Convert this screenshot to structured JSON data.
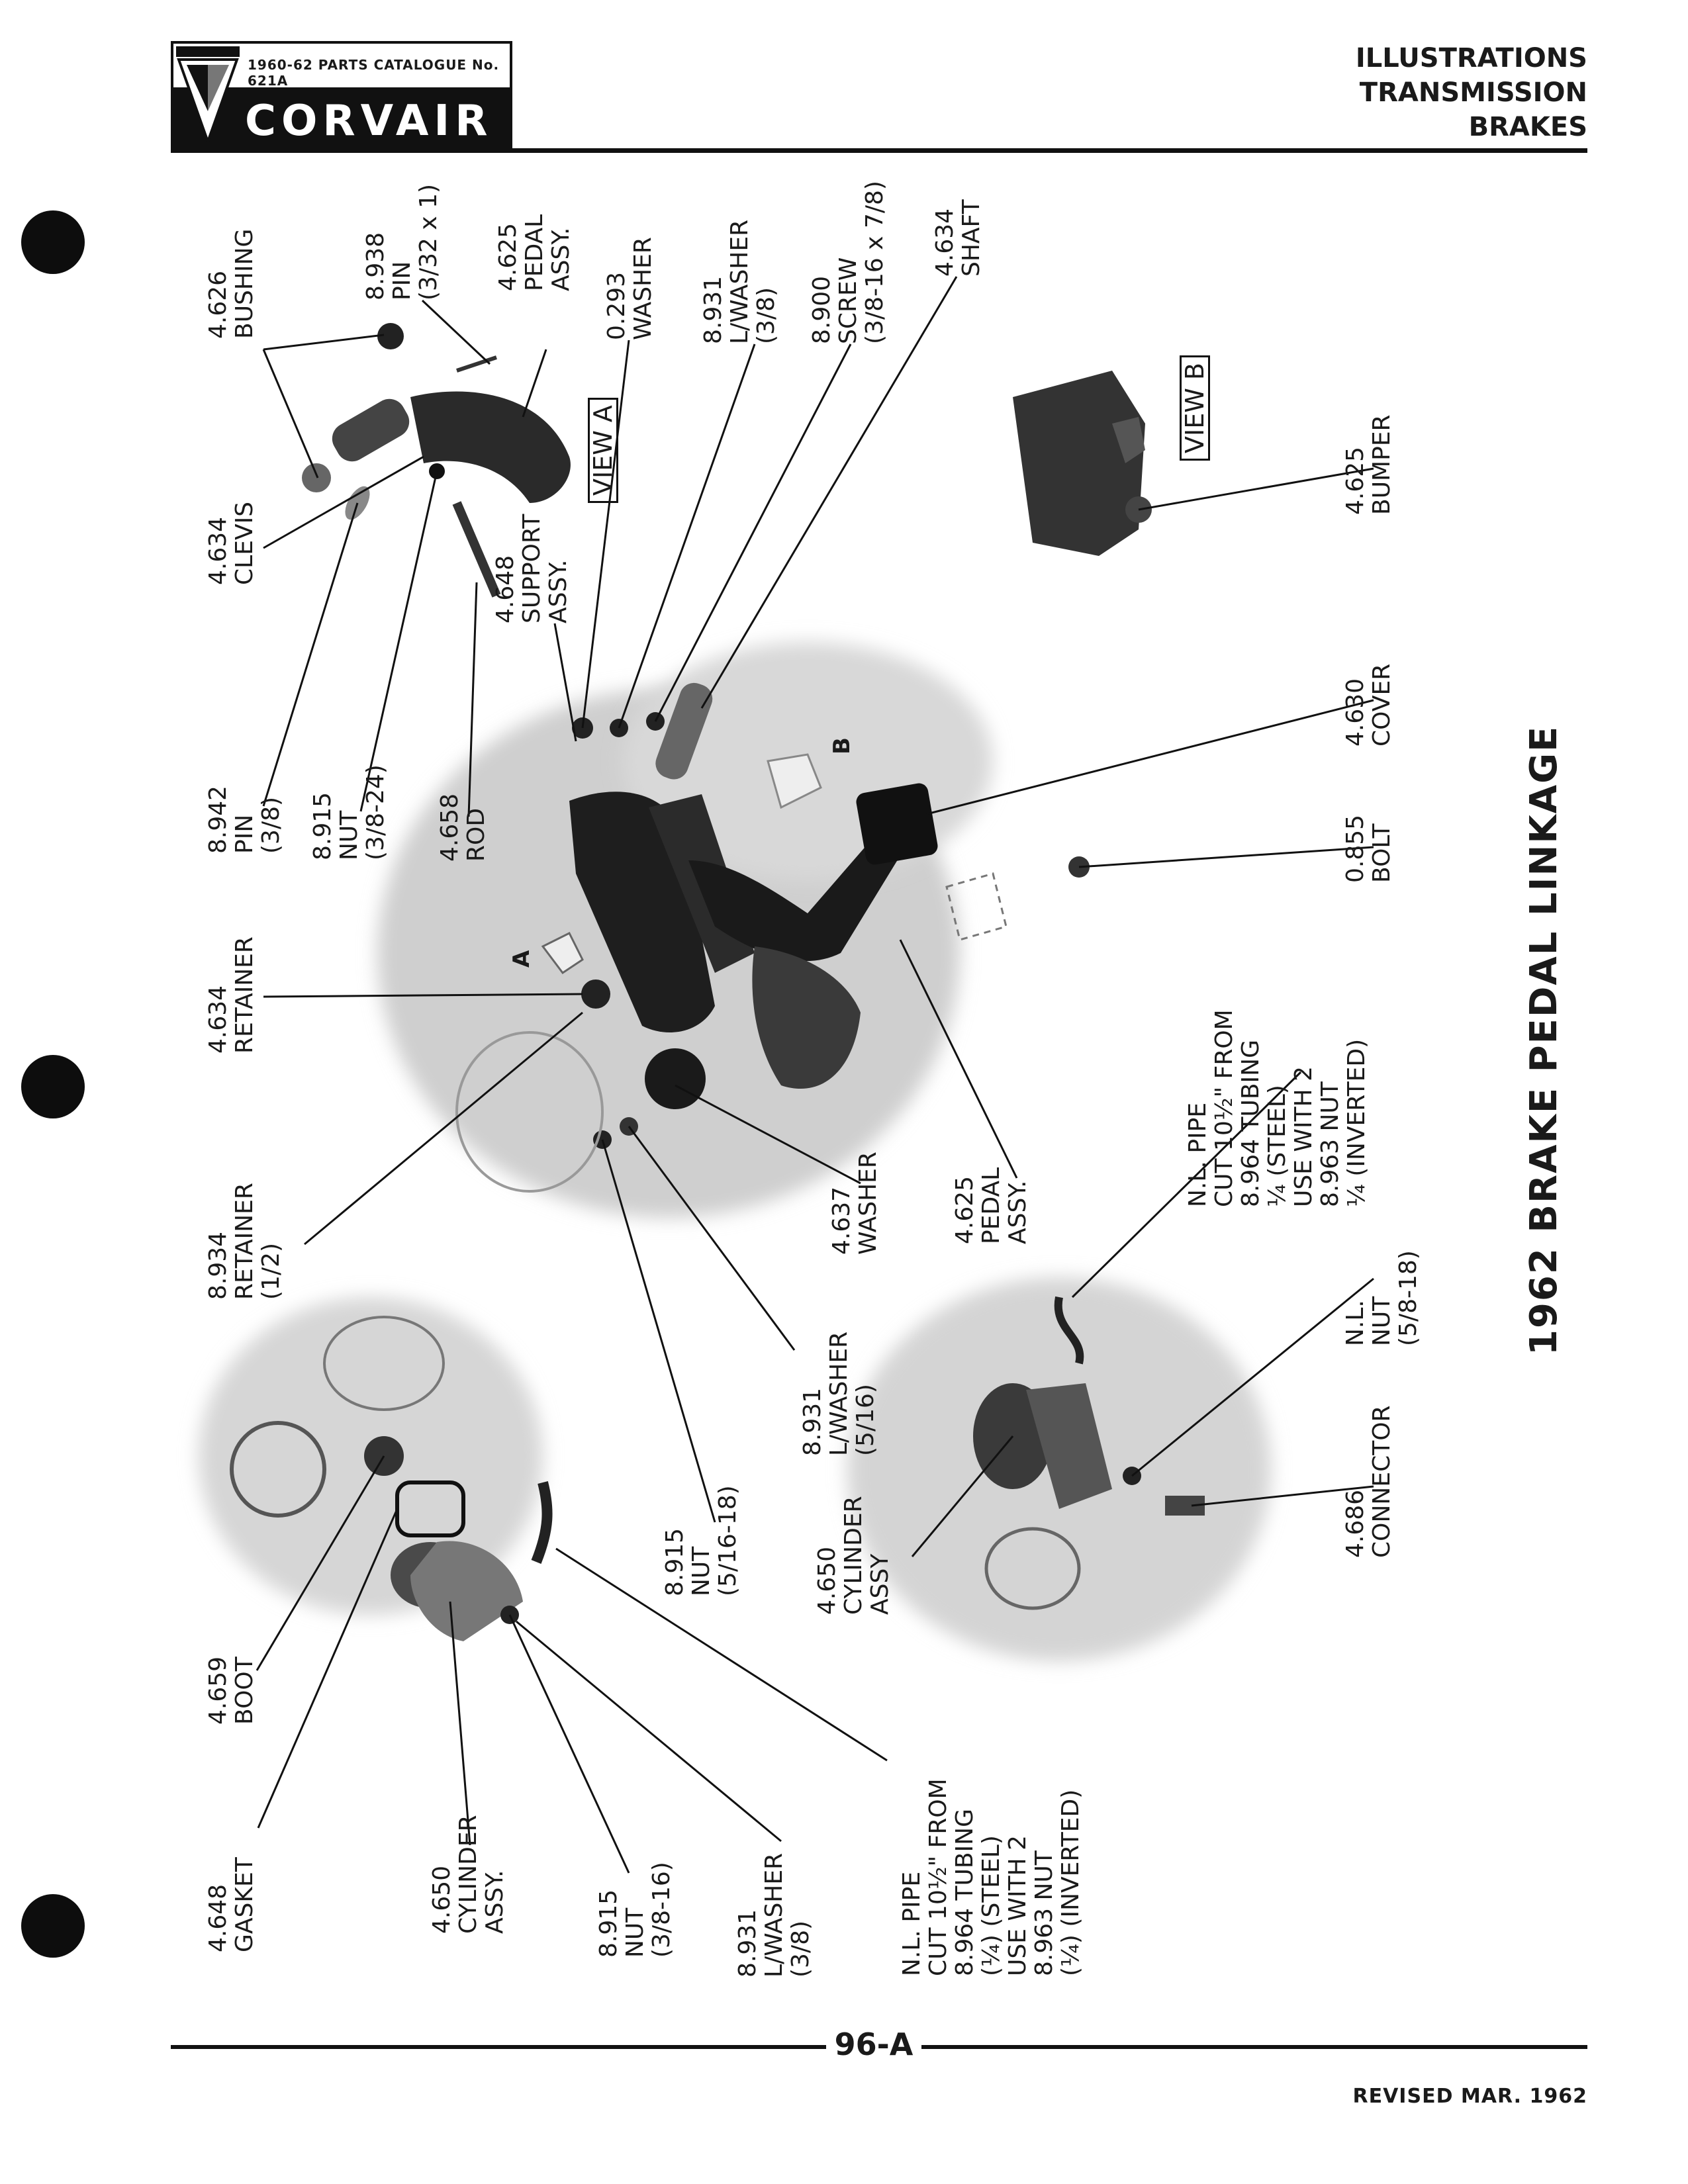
{
  "header": {
    "catalogue": "1960-62 PARTS CATALOGUE No. 621A",
    "brand": "CORVAIR",
    "section_lines": [
      "ILLUSTRATIONS",
      "TRANSMISSION",
      "BRAKES"
    ]
  },
  "title": "1962 BRAKE PEDAL LINKAGE",
  "views": {
    "view_a": "VIEW A",
    "view_b": "VIEW B",
    "arrow_a": "A",
    "arrow_b": "B"
  },
  "callouts": [
    {
      "id": "bushing",
      "text": "4.626\nBUSHING"
    },
    {
      "id": "pin-upper",
      "text": "8.938\nPIN\n(3/32 x 1)"
    },
    {
      "id": "pedal-upper",
      "text": "4.625\nPEDAL\nASSY."
    },
    {
      "id": "washer-0293",
      "text": "0.293\nWASHER"
    },
    {
      "id": "lwasher-upper",
      "text": "8.931\nL/WASHER\n(3/8)"
    },
    {
      "id": "screw",
      "text": "8.900\nSCREW\n(3/8-16 x 7/8)"
    },
    {
      "id": "shaft",
      "text": "4.634\nSHAFT"
    },
    {
      "id": "clevis",
      "text": "4.634\nCLEVIS"
    },
    {
      "id": "support",
      "text": "4.648\nSUPPORT\nASSY."
    },
    {
      "id": "bumper",
      "text": "4.625\nBUMPER"
    },
    {
      "id": "pin-942",
      "text": "8.942\nPIN\n(3/8)"
    },
    {
      "id": "nut-915-upper",
      "text": "8.915\nNUT\n(3/8-24)"
    },
    {
      "id": "rod",
      "text": "4.658\nROD"
    },
    {
      "id": "cover",
      "text": "4.630\nCOVER"
    },
    {
      "id": "bolt",
      "text": "0.855\nBOLT"
    },
    {
      "id": "retainer-634",
      "text": "4.634\nRETAINER"
    },
    {
      "id": "retainer-934",
      "text": "8.934\nRETAINER\n(1/2)"
    },
    {
      "id": "washer-637",
      "text": "4.637\nWASHER"
    },
    {
      "id": "pedal-lower",
      "text": "4.625\nPEDAL\nASSY."
    },
    {
      "id": "pipe-right",
      "text": "N.L. PIPE\nCUT 10½\" FROM\n8.964 TUBING\n¼ (STEEL)\nUSE WITH 2\n8.963 NUT\n¼ (INVERTED)"
    },
    {
      "id": "nut-nl",
      "text": "N.L.\nNUT\n(5/8-18)"
    },
    {
      "id": "lwasher-516",
      "text": "8.931\nL/WASHER\n(5/16)"
    },
    {
      "id": "nut-516",
      "text": "8.915\nNUT\n(5/16-18)"
    },
    {
      "id": "cylinder-right",
      "text": "4.650\nCYLINDER\nASSY"
    },
    {
      "id": "connector",
      "text": "4.686\nCONNECTOR"
    },
    {
      "id": "boot",
      "text": "4.659\nBOOT"
    },
    {
      "id": "gasket",
      "text": "4.648\nGASKET"
    },
    {
      "id": "cylinder-left",
      "text": "4.650\nCYLINDER\nASSY."
    },
    {
      "id": "nut-38-16",
      "text": "8.915\nNUT\n(3/8-16)"
    },
    {
      "id": "lwasher-38",
      "text": "8.931\nL/WASHER\n(3/8)"
    },
    {
      "id": "pipe-left",
      "text": "N.L. PIPE\nCUT 10½\" FROM\n8.964 TUBING\n(¼) (STEEL)\nUSE WITH 2\n8.963 NUT\n(¼) (INVERTED)"
    }
  ],
  "footer": {
    "page": "96-A",
    "revised": "REVISED MAR. 1962"
  }
}
